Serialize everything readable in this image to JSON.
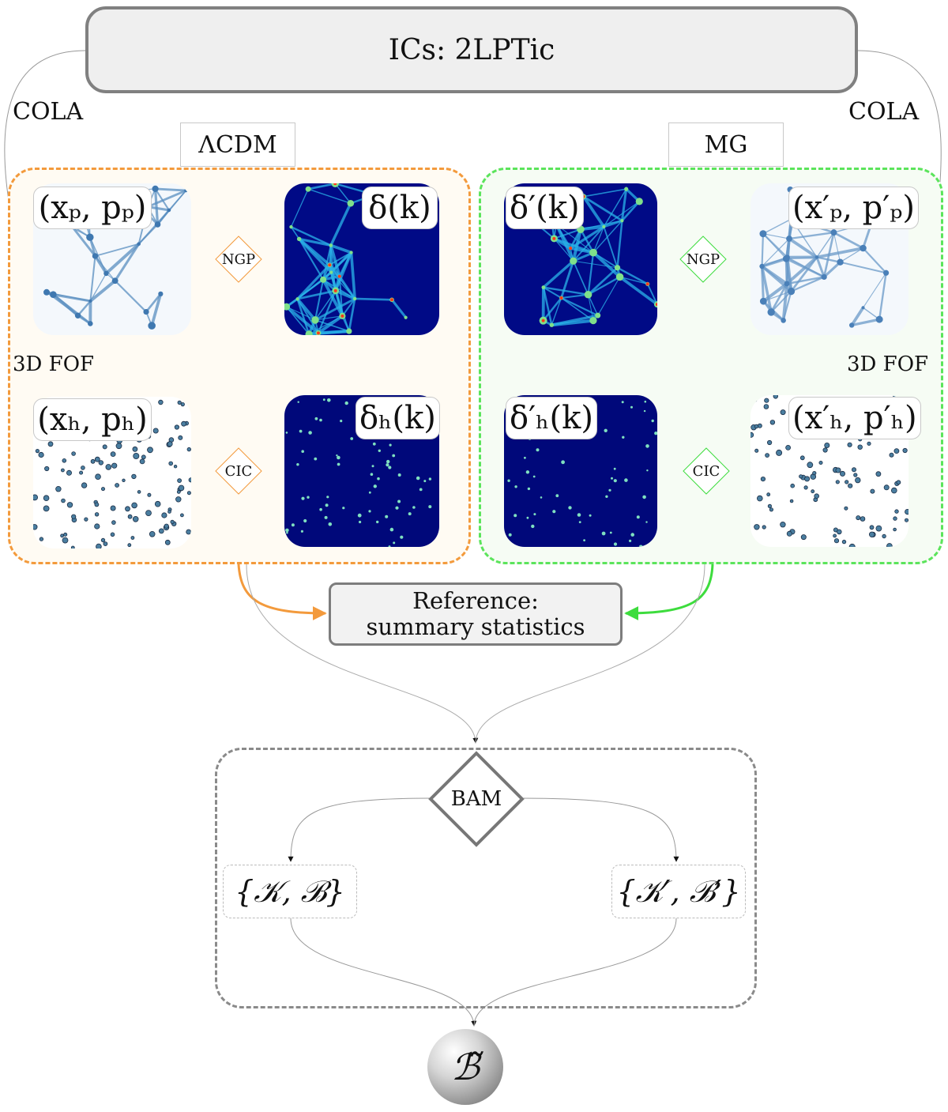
{
  "top": {
    "label": "ICs: 2LPTic"
  },
  "cola_left": "COLA",
  "cola_right": "COLA",
  "lcdm": {
    "tag": "ΛCDM",
    "fof": "3D FOF",
    "ngp": "NGP",
    "cic": "CIC",
    "particles": "(xₚ, pₚ)",
    "density": "δ(k)",
    "halos": "(xₕ, pₕ)",
    "halo_density": "δₕ(k)"
  },
  "mg": {
    "tag": "MG",
    "fof": "3D FOF",
    "ngp": "NGP",
    "cic": "CIC",
    "particles": "(x′ₚ, p′ₚ)",
    "density": "δ′(k)",
    "halos": "(x′ₕ, p′ₕ)",
    "halo_density": "δ′ₕ(k)"
  },
  "reference": {
    "line1": "Reference:",
    "line2": "summary statistics"
  },
  "bam": {
    "label": "BAM",
    "left_set": "{𝒦, ℬ}",
    "right_set": "{𝒦′, ℬ′}",
    "output": "ℬ̃"
  },
  "colors": {
    "lcdm": "#f39a3c",
    "mg": "#5be45b",
    "neutral": "#808080"
  }
}
